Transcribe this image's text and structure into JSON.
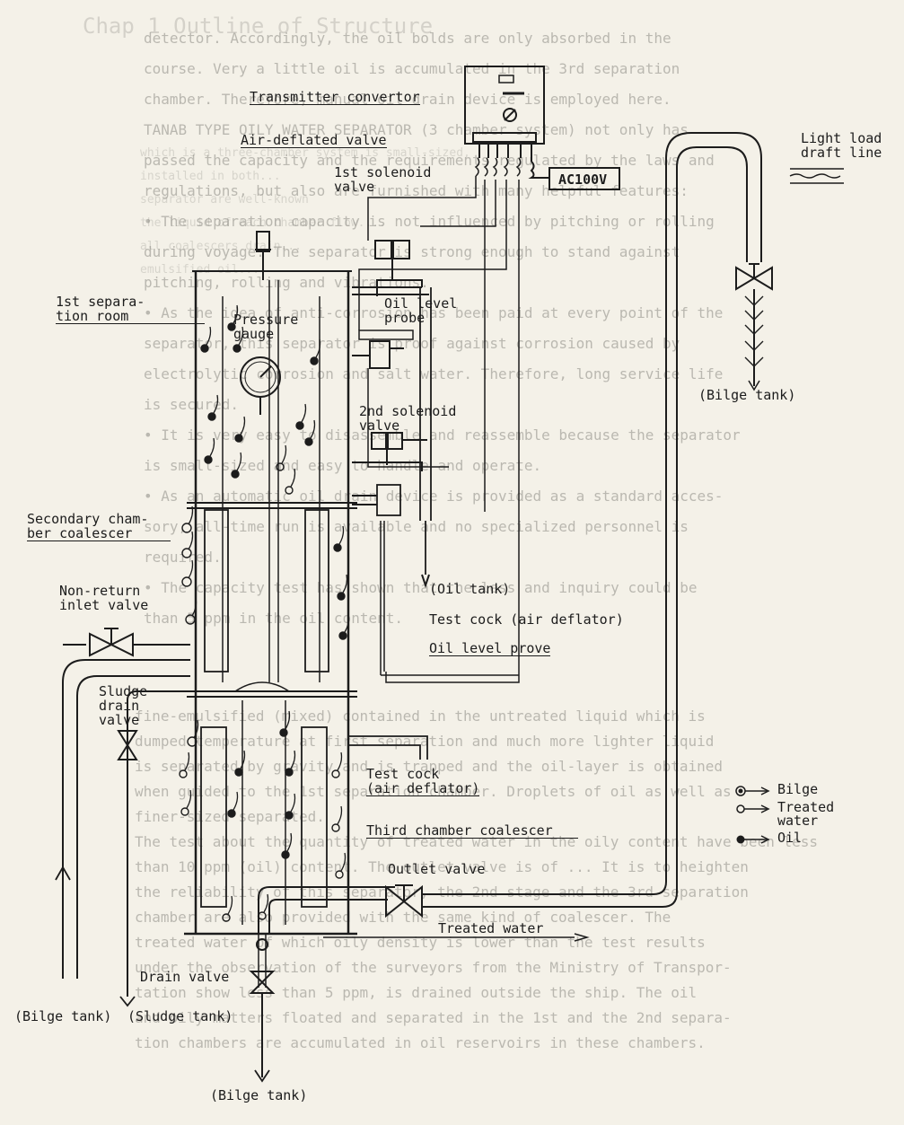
{
  "header": {
    "ghost_title": "Chap 1   Outline of Structure"
  },
  "background_text": {
    "paragraphs": [
      "detector.  Accordingly, the oil bolds are only absorbed in the",
      "course.  Very a little oil is accumulated in the 3rd separation",
      "chamber.  Therefore, manual oil drain device is employed here.",
      "TANAB TYPE OILY WATER SEPARATOR (3 chamber system) not only has",
      "passed the capacity and the requirements regulated by the laws and",
      "regulations, but also are furnished with many helpful features:",
      "• The separation capacity is not influenced by pitching or rolling",
      "  during voyage.  The separator is strong enough to stand against",
      "  pitching, rolling and vibrations.",
      "• As the idea of anti-corrosion has been paid at every point of the",
      "  separator, this separator is proof against corrosion caused by",
      "  electrolytic corrosion and salt water.  Therefore, long service life",
      "  is secured.",
      "• It is very easy to disassemble and reassemble because the separator",
      "  is small-sized and easy to handle and operate.",
      "• As an automatic oil drain device is provided as a standard acces-",
      "  sory, all-time run is available and no specialized personnel is",
      "  required.",
      "• The capacity test has shown that the less and inquiry could be",
      "  than 5 ppm in the oil content."
    ],
    "lower_paragraphs": [
      "fine-emulsified (mixed) contained in the untreated liquid which is",
      "dumped temperature at first separation and much more lighter liquid",
      "is separated by gravity and is trapped and the oil-layer is obtained",
      "when guided to the 1st separation chamber.  Droplets of oil as well as",
      "finer-sized separated.",
      "The test about the quantity of treated water in the oily content have been less",
      "than 10 ppm (oil) content.  The outlet valve is of ... It is to heighten",
      "the reliability of this separator, the 2nd stage and the 3rd separation",
      "chamber are also provided with the same kind of coalescer.  The",
      "treated water of which oily density is lower than the test results",
      "under the observation of the surveyors from the Ministry of Transpor-",
      "tation show less than 5 ppm, is drained outside the ship.  The oil",
      "and oily matters floated and separated in the 1st and the 2nd separa-",
      "tion chambers are accumulated in oil reservoirs in these chambers."
    ],
    "right_paragraphs": [
      "which is a three-chamber system is small-sized,",
      "installed in both...",
      "separator are well-known",
      "the liquid of each chamber flow....",
      "all coalescers drain...",
      "emulsified oil..."
    ]
  },
  "labels": {
    "transmitter": "Transmitter convertor",
    "air_deflated_valve": "Air-deflated valve",
    "solenoid1": "1st solenoid\nvalve",
    "ac100v": "AC100V",
    "light_load": "Light load\ndraft line",
    "sep_room1": "1st separa-\ntion room",
    "pressure_gauge": "Pressure\ngauge",
    "oil_level_probe": "Oil level\nprobe",
    "bilge_tank_right": "(Bilge tank)",
    "solenoid2": "2nd solenoid\nvalve",
    "secondary_coalescer": "Secondary cham-\nber coalescer",
    "non_return_valve": "Non-return\ninlet valve",
    "oil_tank": "(Oil tank)",
    "test_cock_upper": "Test cock (air deflator)",
    "oil_level_prove": "Oil level prove",
    "sludge_drain_valve": "Sludge\ndrain\nvalve",
    "test_cock_lower": "Test cock\n(air deflator)",
    "third_coalescer": "Third chamber coalescer",
    "outlet_valve": "Outlet valve",
    "treated_water_out": "Treated water",
    "drain_valve": "Drain valve",
    "bilge_tank_left": "(Bilge tank)",
    "sludge_tank": "(Sludge tank)",
    "bilge_tank_bottom": "(Bilge tank)"
  },
  "legend": [
    {
      "label": "Bilge",
      "icon": "bilge-arrow-icon"
    },
    {
      "label": "Treated\n   water",
      "icon": "treated-water-arrow-icon"
    },
    {
      "label": "Oil",
      "icon": "oil-arrow-icon"
    }
  ],
  "colors": {
    "ink": "#1c1c1c",
    "paper": "#f4f1e8",
    "ghost": "#8c8a84"
  }
}
